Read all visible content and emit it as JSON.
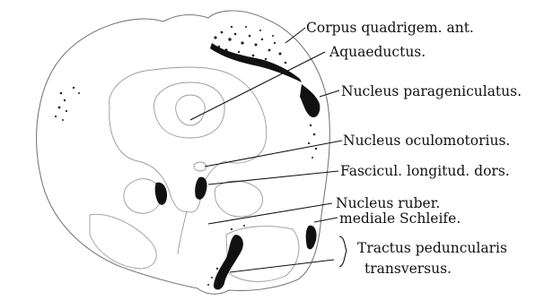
{
  "figure": {
    "colors": {
      "ink": "#111111",
      "outline": "#7a7a7a",
      "paper": "#ffffff"
    },
    "labels": {
      "corpus_quadrigem": "Corpus quadrigem. ant.",
      "aquaeductus": "Aquaeductus.",
      "nucleus_parageniculatus": "Nucleus parageniculatus.",
      "nucleus_oculomotorius": "Nucleus oculomotorius.",
      "fascicul_longitud": "Fascicul. longitud. dors.",
      "nucleus_ruber": "Nucleus ruber.",
      "mediale_schleife": "mediale Schleife.",
      "tractus_line1": "Tractus peduncularis",
      "tractus_line2": "transversus."
    }
  }
}
